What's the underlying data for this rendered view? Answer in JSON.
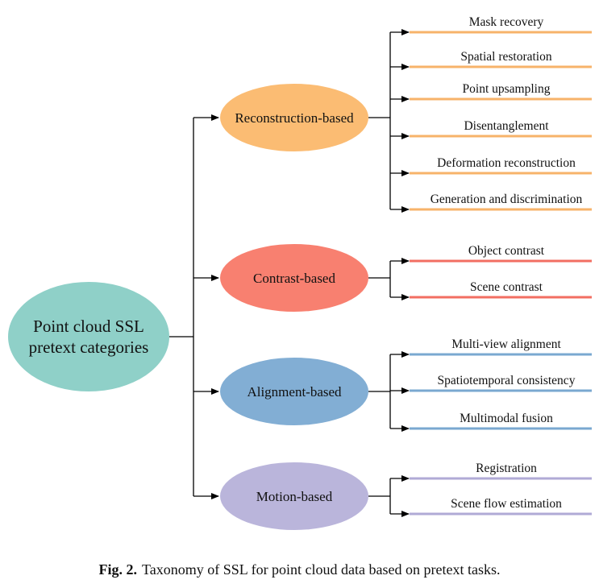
{
  "root": {
    "lines": [
      "Point cloud SSL",
      "pretext categories"
    ],
    "color": "#8fd0c8"
  },
  "categories": [
    {
      "label": "Reconstruction-based",
      "color": "#fbbc73",
      "line_color": "#f7b36a",
      "leaves": [
        "Mask recovery",
        "Spatial restoration",
        "Point upsampling",
        "Disentanglement",
        "Deformation reconstruction",
        "Generation and discrimination"
      ]
    },
    {
      "label": "Contrast-based",
      "color": "#f88070",
      "line_color": "#f26e62",
      "leaves": [
        "Object contrast",
        "Scene contrast"
      ]
    },
    {
      "label": "Alignment-based",
      "color": "#82aed4",
      "line_color": "#7aa8d0",
      "leaves": [
        "Multi-view alignment",
        "Spatiotemporal consistency",
        "Multimodal fusion"
      ]
    },
    {
      "label": "Motion-based",
      "color": "#bab5db",
      "line_color": "#b0aad6",
      "leaves": [
        "Registration",
        "Scene flow estimation"
      ]
    }
  ],
  "caption": {
    "label": "Fig. 2.",
    "text": "Taxonomy of SSL for point cloud data based on pretext tasks."
  }
}
